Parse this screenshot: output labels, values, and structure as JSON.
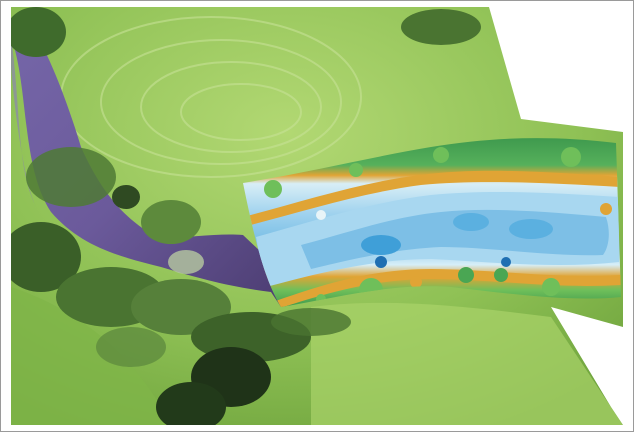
{
  "map": {
    "type": "aerial-orthomosaic-with-river-bathymetry-overlay",
    "colors": {
      "background": "#ffffff",
      "frame_border": "#9a9a9a",
      "meadow": "#86bb4c",
      "meadow_light": "#a9d36a",
      "river_water": "#6c5a9c",
      "river_water_dark": "#4a3a6e",
      "vegetation_dark": "#2f4a22",
      "vegetation_mid": "#4f7a35",
      "bank_green": "#3f9a4e",
      "bank_orange": "#e0a435",
      "depth_shallow": "#d8eef6",
      "depth_mid": "#88c8e8",
      "depth_deep": "#3f9fd8",
      "depth_deepest": "#1f6fb2"
    },
    "layers": [
      "meadow-background",
      "river-channel",
      "riparian-vegetation",
      "bathymetry-overlay"
    ]
  }
}
